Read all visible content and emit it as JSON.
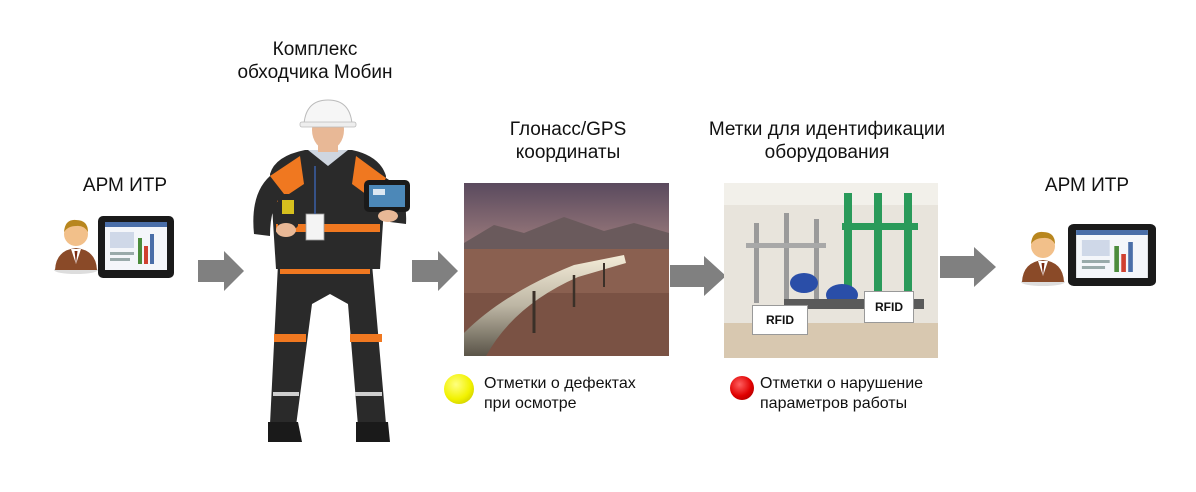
{
  "left_station": {
    "title": "АРМ ИТР"
  },
  "worker": {
    "title_line1": "Комплекс",
    "title_line2": "обходчика Мобин"
  },
  "gps": {
    "title_line1": "Глонасс/GPS",
    "title_line2": "координаты",
    "legend_line1": "Отметки о дефектах",
    "legend_line2": "при осмотре",
    "legend_color": "#f2f200"
  },
  "rfid": {
    "title_line1": "Метки для идентификации",
    "title_line2": "оборудования",
    "tag1": "RFID",
    "tag2": "RFID",
    "legend_line1": "Отметки о нарушение",
    "legend_line2": "параметров работы",
    "legend_color": "#e00000"
  },
  "right_station": {
    "title": "АРМ ИТР"
  },
  "colors": {
    "arrow": "#808080",
    "orange": "#f07820",
    "suit": "#2a2a2a"
  }
}
